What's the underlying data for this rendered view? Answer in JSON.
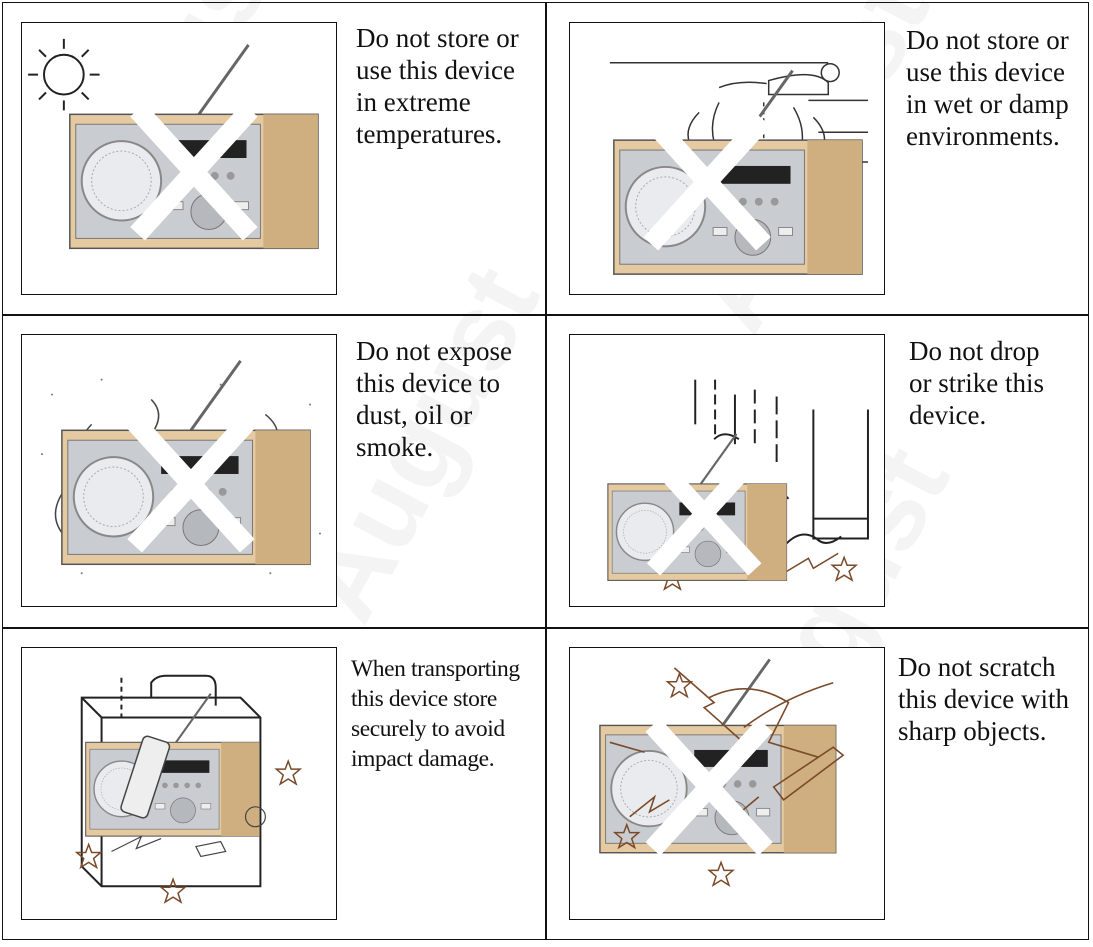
{
  "palette": {
    "line": "#111111",
    "wood": "#e4c9a1",
    "wood_dark": "#cfae80",
    "panel": "#c9ccd0",
    "panel_light": "#e9ebee",
    "cross": "#ffffff",
    "star": "#7a4a2a"
  },
  "watermark": {
    "text": "August",
    "registered": "®"
  },
  "cells": [
    {
      "id": "heat",
      "illustration": "radio-under-sun-icon",
      "caption": "Do not store or\nuse this device\nin extreme\ntemperatures."
    },
    {
      "id": "wet",
      "illustration": "radio-under-tap-icon",
      "caption": "Do not store or\nuse this device\nin wet or damp\nenvironments."
    },
    {
      "id": "dust",
      "illustration": "radio-in-dust-icon",
      "caption": "Do not expose\nthis device to\ndust, oil or\nsmoke."
    },
    {
      "id": "drop",
      "illustration": "radio-dropped-icon",
      "caption": "Do not drop\nor strike this\ndevice."
    },
    {
      "id": "transport",
      "illustration": "radio-in-case-icon",
      "caption": "When transporting\nthis device store\nsecurely to avoid\nimpact damage."
    },
    {
      "id": "scratch",
      "illustration": "radio-scratched-icon",
      "caption": "Do not scratch\nthis device with\nsharp objects."
    }
  ]
}
